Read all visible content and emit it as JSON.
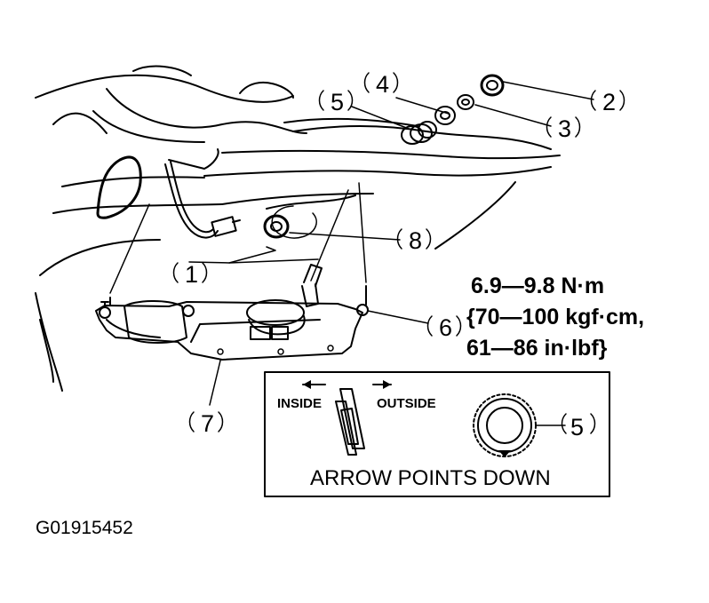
{
  "callouts": {
    "c1": "1",
    "c2": "2",
    "c3": "3",
    "c4": "4",
    "c5": "5",
    "c6": "6",
    "c7": "7",
    "c8": "8"
  },
  "torque_spec": {
    "line1": "6.9—9.8 N·m",
    "line2": "{70—100 kgf·cm,",
    "line3": "61—86 in·lbf}"
  },
  "inset": {
    "inside_label": "INSIDE",
    "outside_label": "OUTSIDE",
    "part_callout": "5",
    "caption": "ARROW POINTS DOWN"
  },
  "figure_code": "G01915452"
}
